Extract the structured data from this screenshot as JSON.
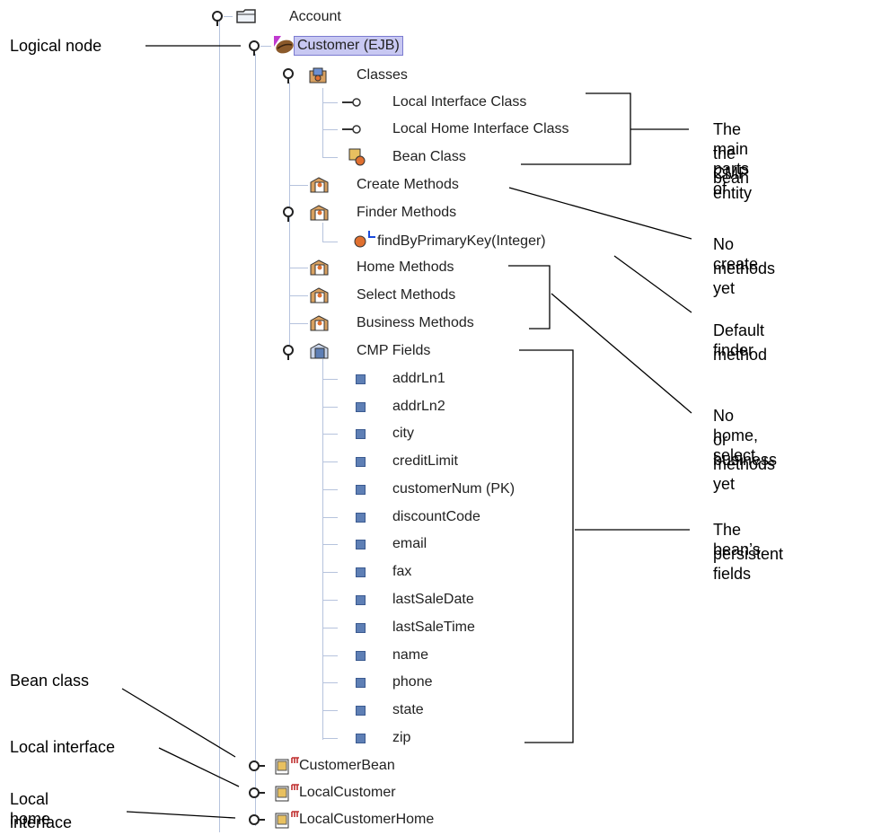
{
  "tree": {
    "root": "Account",
    "selected_node": "Customer (EJB)",
    "classes_label": "Classes",
    "local_interface_class": "Local Interface Class",
    "local_home_interface_class": "Local Home Interface Class",
    "bean_class": "Bean Class",
    "create_methods": "Create Methods",
    "finder_methods": "Finder Methods",
    "finder_method": "findByPrimaryKey(Integer)",
    "home_methods": "Home Methods",
    "select_methods": "Select Methods",
    "business_methods": "Business Methods",
    "cmp_fields": "CMP Fields",
    "fields": [
      "addrLn1",
      "addrLn2",
      "city",
      "creditLimit",
      "customerNum (PK)",
      "discountCode",
      "email",
      "fax",
      "lastSaleDate",
      "lastSaleTime",
      "name",
      "phone",
      "state",
      "zip"
    ],
    "customer_bean": "CustomerBean",
    "local_customer": "LocalCustomer",
    "local_customer_home": "LocalCustomerHome"
  },
  "callouts": {
    "logical_node": "Logical node",
    "main_parts": [
      "The main parts of",
      "the CMP entity",
      "bean"
    ],
    "no_create": [
      "No create",
      "methods yet"
    ],
    "default_finder": [
      "Default finder",
      "method"
    ],
    "no_home": [
      "No home, select,",
      "or business",
      "methods yet"
    ],
    "persistent_fields": [
      "The bean’s",
      "persistent fields"
    ],
    "bean_class": "Bean class",
    "local_interface": "Local interface",
    "local_home": [
      "Local home",
      "interface"
    ]
  },
  "colors": {
    "selection": "#c8c8f2",
    "tree_line": "#b6c3dd",
    "field_icon": "#5e7fb5"
  }
}
